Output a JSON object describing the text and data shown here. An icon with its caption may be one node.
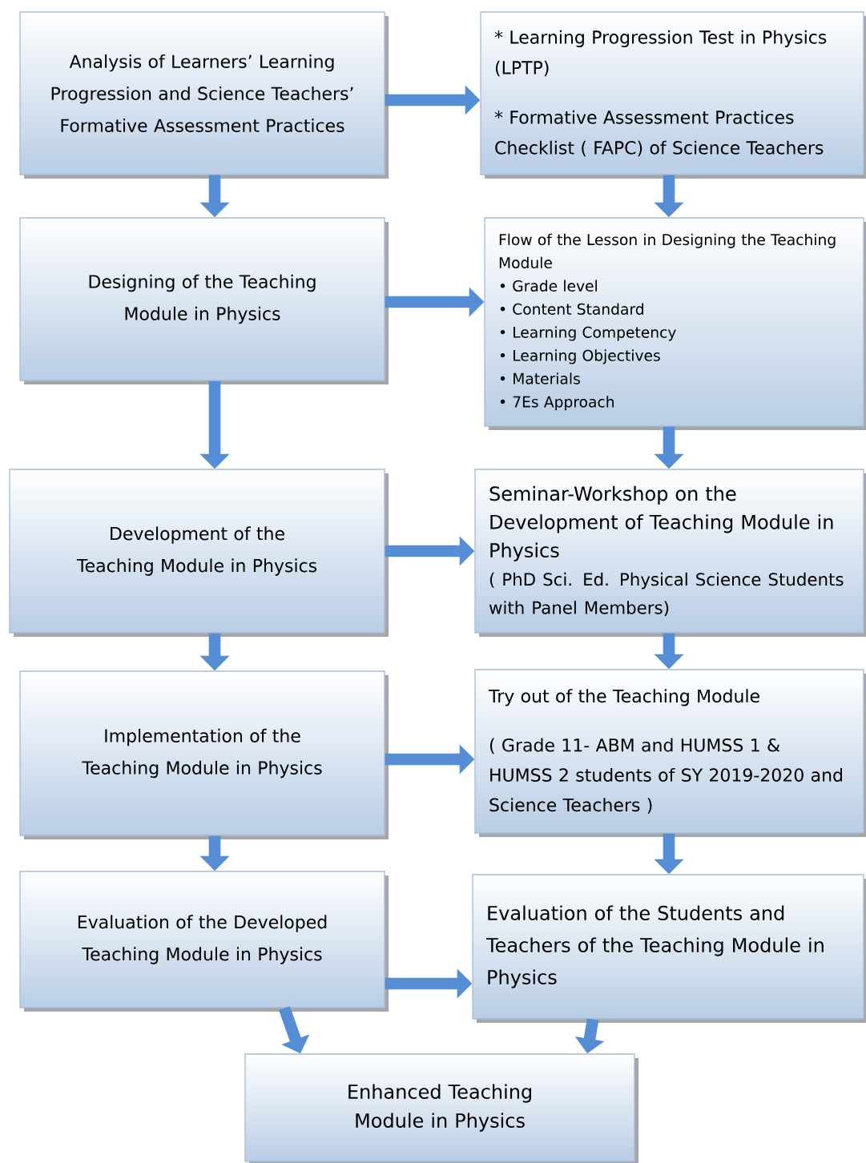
{
  "diagram": {
    "nodes": [
      {
        "text": [
          "Analysis of Learners’ Learning Progression and Science Teachers’ Formative Assessment Practices"
        ]
      },
      {
        "text": [
          "* Learning Progression Test in Physics (LPTP)",
          "* Formative Assessment Practices Checklist ( FAPC) of Science Teachers"
        ]
      },
      {
        "text": [
          "Designing of the Teaching Module in Physics"
        ]
      },
      {
        "text": [
          "Flow of the Lesson in Designing the Teaching Module",
          "• Grade level",
          "• Content Standard",
          "• Learning Competency",
          "• Learning Objectives",
          "• Materials",
          "• 7Es Approach"
        ]
      },
      {
        "text": [
          "Development of the Teaching Module in Physics"
        ]
      },
      {
        "text": [
          "Seminar-Workshop on the Development of Teaching Module in Physics",
          "( PhD Sci. Ed. Physical Science Students with Panel Members)"
        ]
      },
      {
        "text": [
          "Implementation of the Teaching Module in Physics"
        ]
      },
      {
        "text": [
          "Try out of the Teaching Module",
          "( Grade 11- ABM and HUMSS 1 & HUMSS 2 students of SY 2019-2020 and Science Teachers )"
        ]
      },
      {
        "text": [
          "Evaluation of the Developed Teaching Module in Physics"
        ]
      },
      {
        "text": [
          "Evaluation of the Students and Teachers of the Teaching Module in Physics"
        ]
      },
      {
        "text": [
          "Enhanced Teaching Module in Physics"
        ]
      }
    ],
    "edges": [
      {
        "from": 0,
        "to": 1,
        "arrow": "to"
      },
      {
        "from": 0,
        "to": 2,
        "arrow": "to"
      },
      {
        "from": 1,
        "to": 3,
        "arrow": "to"
      },
      {
        "from": 2,
        "to": 3,
        "arrow": "to"
      },
      {
        "from": 2,
        "to": 4,
        "arrow": "to"
      },
      {
        "from": 3,
        "to": 5,
        "arrow": "to"
      },
      {
        "from": 4,
        "to": 5,
        "arrow": "to"
      },
      {
        "from": 4,
        "to": 6,
        "arrow": "to"
      },
      {
        "from": 5,
        "to": 7,
        "arrow": "to"
      },
      {
        "from": 6,
        "to": 7,
        "arrow": "to"
      },
      {
        "from": 6,
        "to": 8,
        "arrow": "to"
      },
      {
        "from": 7,
        "to": 9,
        "arrow": "to"
      },
      {
        "from": 8,
        "to": 9,
        "arrow": "to"
      },
      {
        "from": 8,
        "to": 10,
        "arrow": "to"
      },
      {
        "from": 9,
        "to": 10,
        "arrow": "to"
      }
    ]
  }
}
